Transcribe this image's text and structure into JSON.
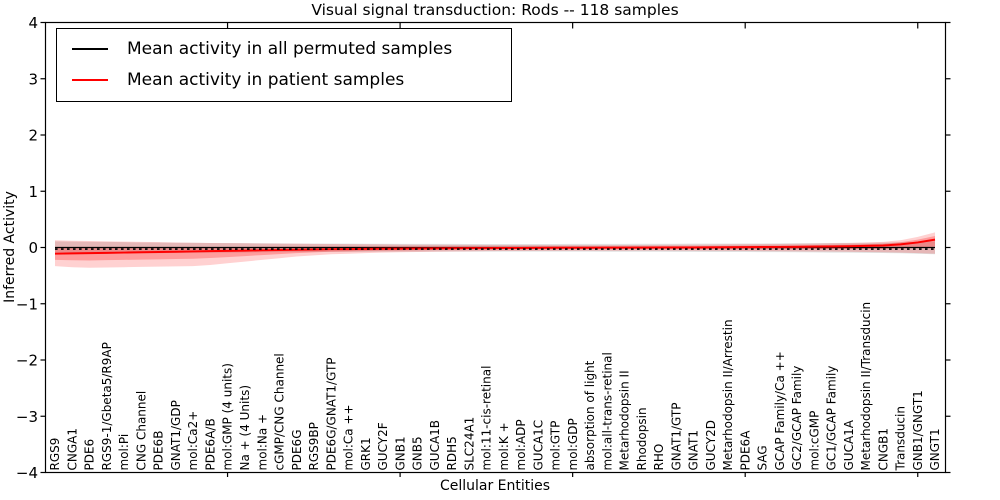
{
  "chart_data": {
    "type": "line",
    "title": "Visual signal transduction: Rods -- 118 samples",
    "xlabel": "Cellular Entities",
    "ylabel": "Inferred Activity",
    "ylim": [
      -4,
      4
    ],
    "yticks": [
      4,
      3,
      2,
      1,
      0,
      -1,
      -2,
      -3,
      -4
    ],
    "ytick_labels": [
      "4",
      "3",
      "2",
      "1",
      "0",
      "−1",
      "−2",
      "−3",
      "−4"
    ],
    "grid": false,
    "legend": {
      "position": "upper left",
      "entries": [
        {
          "label": "Mean activity in all permuted samples",
          "color": "#000000"
        },
        {
          "label": "Mean activity in patient samples",
          "color": "#ff0000"
        }
      ]
    },
    "categories": [
      "RGS9",
      "CNGA1",
      "PDE6",
      "RGS9-1/Gbeta5/R9AP",
      "mol:Pi",
      "CNG Channel",
      "PDE6B",
      "GNAT1/GDP",
      "mol:Ca2+",
      "PDE6A/B",
      "mol:GMP (4 units)",
      "Na + (4 Units)",
      "mol:Na +",
      "cGMP/CNG Channel",
      "PDE6G",
      "RGS9BP",
      "PDE6G/GNAT1/GTP",
      "mol:Ca ++",
      "GRK1",
      "GUCY2F",
      "GNB1",
      "GNB5",
      "GUCA1B",
      "RDH5",
      "SLC24A1",
      "mol:11-cis-retinal",
      "mol:K +",
      "mol:ADP",
      "GUCA1C",
      "mol:GTP",
      "mol:GDP",
      "absorption of light",
      "mol:all-trans-retinal",
      "Metarhodopsin II",
      "Rhodopsin",
      "RHO",
      "GNAT1/GTP",
      "GNAT1",
      "GUCY2D",
      "Metarhodopsin II/Arrestin",
      "PDE6A",
      "SAG",
      "GCAP Family/Ca ++",
      "GC2/GCAP Family",
      "mol:cGMP",
      "GC1/GCAP Family",
      "GUCA1A",
      "Metarhodopsin II/Transducin",
      "CNGB1",
      "Transducin",
      "GNB1/GNGT1",
      "GNGT1"
    ],
    "series": [
      {
        "name": "Mean activity in all permuted samples",
        "color": "#000000",
        "style": "solid-with-dotted-overlay",
        "values": [
          0,
          0,
          0,
          0,
          0,
          0,
          0,
          0,
          0,
          0,
          0,
          0,
          0,
          0,
          0,
          0,
          0,
          0,
          0,
          0,
          0,
          0,
          0,
          0,
          0,
          0,
          0,
          0,
          0,
          0,
          0,
          0,
          0,
          0,
          0,
          0,
          0,
          0,
          0,
          0,
          0,
          0,
          0,
          0,
          0,
          0,
          0,
          0,
          0,
          0,
          0,
          0
        ]
      },
      {
        "name": "Mean activity in patient samples",
        "color": "#ff0000",
        "style": "solid",
        "values": [
          -0.11,
          -0.105,
          -0.1,
          -0.095,
          -0.09,
          -0.085,
          -0.08,
          -0.075,
          -0.07,
          -0.065,
          -0.06,
          -0.055,
          -0.05,
          -0.045,
          -0.04,
          -0.035,
          -0.03,
          -0.028,
          -0.025,
          -0.022,
          -0.02,
          -0.018,
          -0.015,
          -0.013,
          -0.01,
          -0.01,
          -0.008,
          -0.008,
          -0.006,
          -0.005,
          -0.005,
          -0.004,
          -0.003,
          -0.002,
          -0.002,
          -0.001,
          0.0,
          0.0,
          0.002,
          0.004,
          0.006,
          0.008,
          0.01,
          0.012,
          0.015,
          0.018,
          0.022,
          0.028,
          0.035,
          0.055,
          0.09,
          0.14
        ]
      }
    ],
    "bands": [
      {
        "name": "permuted-samples-range",
        "color": "#999999",
        "opacity": 0.3,
        "upper": [
          0.11,
          0.105,
          0.1,
          0.1,
          0.095,
          0.09,
          0.09,
          0.085,
          0.085,
          0.08,
          0.08,
          0.078,
          0.075,
          0.073,
          0.07,
          0.07,
          0.068,
          0.068,
          0.067,
          0.066,
          0.065,
          0.065,
          0.064,
          0.064,
          0.063,
          0.063,
          0.063,
          0.063,
          0.063,
          0.063,
          0.064,
          0.064,
          0.065,
          0.065,
          0.066,
          0.066,
          0.067,
          0.068,
          0.069,
          0.07,
          0.071,
          0.072,
          0.073,
          0.075,
          0.077,
          0.08,
          0.082,
          0.085,
          0.088,
          0.092,
          0.1,
          0.11
        ],
        "lower": [
          -0.12,
          -0.115,
          -0.11,
          -0.11,
          -0.105,
          -0.1,
          -0.1,
          -0.095,
          -0.095,
          -0.09,
          -0.09,
          -0.088,
          -0.085,
          -0.083,
          -0.08,
          -0.08,
          -0.078,
          -0.078,
          -0.077,
          -0.076,
          -0.075,
          -0.075,
          -0.074,
          -0.074,
          -0.073,
          -0.073,
          -0.073,
          -0.073,
          -0.073,
          -0.073,
          -0.074,
          -0.074,
          -0.075,
          -0.075,
          -0.076,
          -0.076,
          -0.077,
          -0.078,
          -0.079,
          -0.08,
          -0.081,
          -0.082,
          -0.083,
          -0.085,
          -0.087,
          -0.09,
          -0.092,
          -0.095,
          -0.098,
          -0.102,
          -0.11,
          -0.12
        ]
      },
      {
        "name": "patient-samples-range",
        "color": "#ff0000",
        "opacity": 0.18,
        "upper": [
          0.13,
          0.12,
          0.115,
          0.11,
          0.105,
          0.1,
          0.095,
          0.09,
          0.085,
          0.08,
          0.078,
          0.075,
          0.072,
          0.07,
          0.068,
          0.065,
          0.062,
          0.06,
          0.058,
          0.055,
          0.052,
          0.05,
          0.048,
          0.047,
          0.046,
          0.045,
          0.045,
          0.044,
          0.044,
          0.043,
          0.043,
          0.043,
          0.043,
          0.044,
          0.045,
          0.046,
          0.048,
          0.05,
          0.052,
          0.055,
          0.058,
          0.06,
          0.063,
          0.066,
          0.07,
          0.075,
          0.08,
          0.09,
          0.1,
          0.13,
          0.19,
          0.27
        ],
        "lower": [
          -0.33,
          -0.35,
          -0.36,
          -0.355,
          -0.35,
          -0.345,
          -0.34,
          -0.335,
          -0.33,
          -0.31,
          -0.28,
          -0.25,
          -0.22,
          -0.19,
          -0.16,
          -0.14,
          -0.12,
          -0.11,
          -0.1,
          -0.09,
          -0.085,
          -0.08,
          -0.075,
          -0.07,
          -0.068,
          -0.065,
          -0.063,
          -0.062,
          -0.06,
          -0.06,
          -0.058,
          -0.058,
          -0.057,
          -0.057,
          -0.056,
          -0.056,
          -0.056,
          -0.057,
          -0.058,
          -0.06,
          -0.062,
          -0.064,
          -0.066,
          -0.068,
          -0.07,
          -0.072,
          -0.075,
          -0.08,
          -0.085,
          -0.09,
          -0.1,
          -0.11
        ]
      }
    ]
  }
}
